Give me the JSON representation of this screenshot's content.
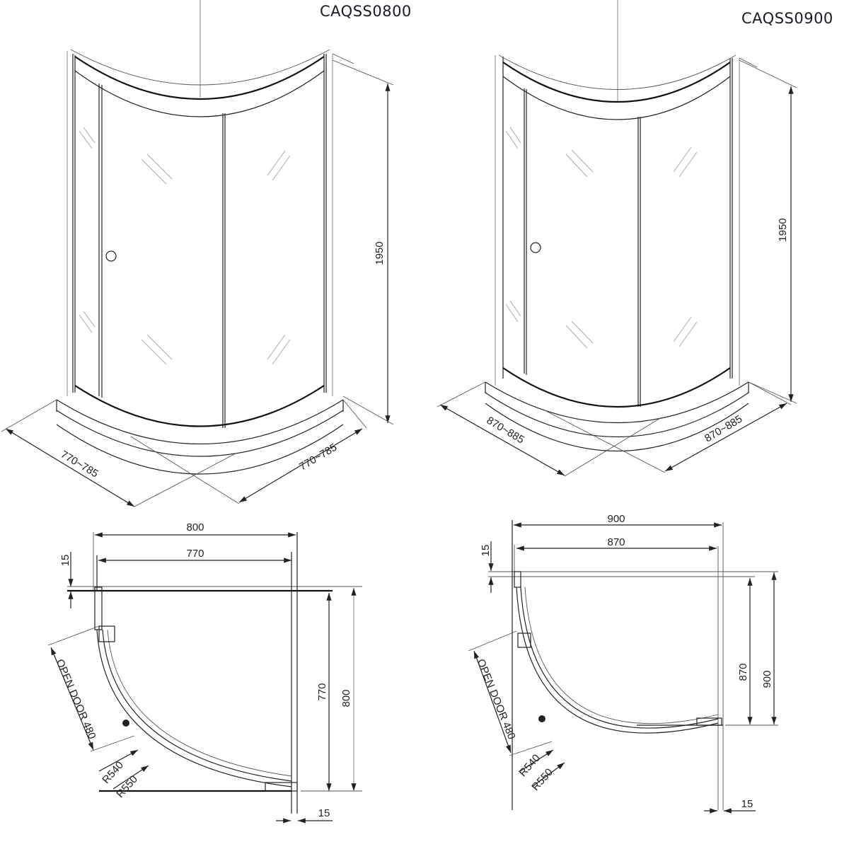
{
  "models": [
    {
      "code": "CAQSS0800",
      "elevation": {
        "height": "1950",
        "width_left": "770~785",
        "width_right": "770~785"
      },
      "plan": {
        "overall_width": "800",
        "inner_width": "770",
        "overall_depth": "800",
        "inner_depth": "770",
        "offset_top": "15",
        "offset_right": "15",
        "open_door": "OPEN DOOR 480",
        "radius_inner": "R540",
        "radius_outer": "R550"
      }
    },
    {
      "code": "CAQSS0900",
      "elevation": {
        "height": "1950",
        "width_left": "870~885",
        "width_right": "870~885"
      },
      "plan": {
        "overall_width": "900",
        "inner_width": "870",
        "overall_depth": "900",
        "inner_depth": "870",
        "offset_top": "15",
        "offset_right": "15",
        "open_door": "OPEN DOOR 480",
        "radius_inner": "R540",
        "radius_outer": "R550"
      }
    }
  ],
  "colors": {
    "line": "#222222",
    "background": "#ffffff",
    "glass_hatch": "#aaaaaa"
  }
}
